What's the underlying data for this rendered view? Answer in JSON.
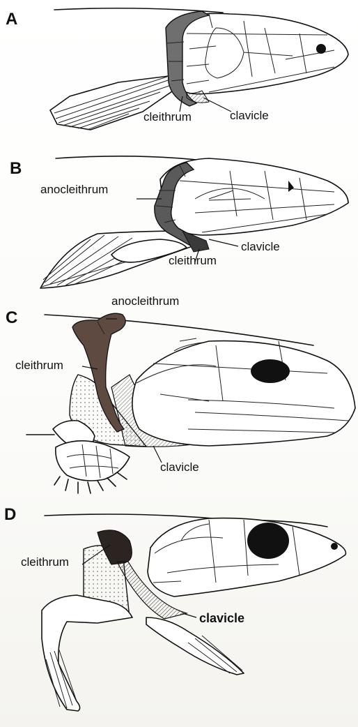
{
  "panels": [
    {
      "letter": "A",
      "labels": {
        "cleithrum": "cleithrum",
        "clavicle": "clavicle"
      },
      "colors": {
        "bone_fill": "#6f6f6f",
        "clavicle_fill": "#cfcfcf"
      }
    },
    {
      "letter": "B",
      "labels": {
        "anocleithrum": "anocleithrum",
        "clavicle": "clavicle",
        "cleithrum": "cleithrum"
      },
      "colors": {
        "bone_fill": "#5a5a5a"
      }
    },
    {
      "letter": "C",
      "labels": {
        "anocleithrum": "anocleithrum",
        "cleithrum": "cleithrum",
        "clavicle": "clavicle"
      },
      "colors": {
        "bone_fill": "#5e4a40"
      }
    },
    {
      "letter": "D",
      "labels": {
        "cleithrum": "cleithrum",
        "clavicle": "clavicle"
      },
      "colors": {
        "bone_fill": "#2b2420"
      }
    }
  ]
}
